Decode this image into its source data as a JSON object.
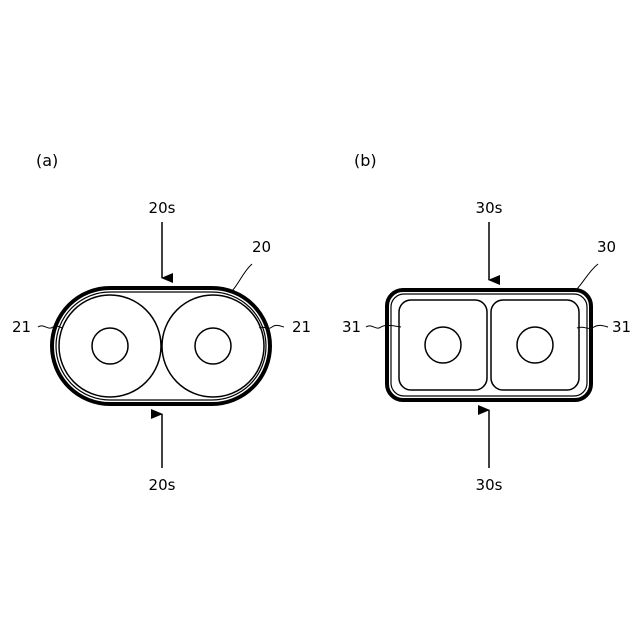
{
  "panels": [
    {
      "label": "(a)",
      "pressure_top": "20s",
      "pressure_bottom": "20s",
      "casing_ref": "20",
      "element_ref_left": "21",
      "element_ref_right": "21",
      "element_shape": "circular"
    },
    {
      "label": "(b)",
      "pressure_top": "30s",
      "pressure_bottom": "30s",
      "casing_ref": "30",
      "element_ref_left": "31",
      "element_ref_right": "31",
      "element_shape": "rounded-square"
    }
  ],
  "colors": {
    "line": "#000000",
    "background": "#ffffff"
  }
}
